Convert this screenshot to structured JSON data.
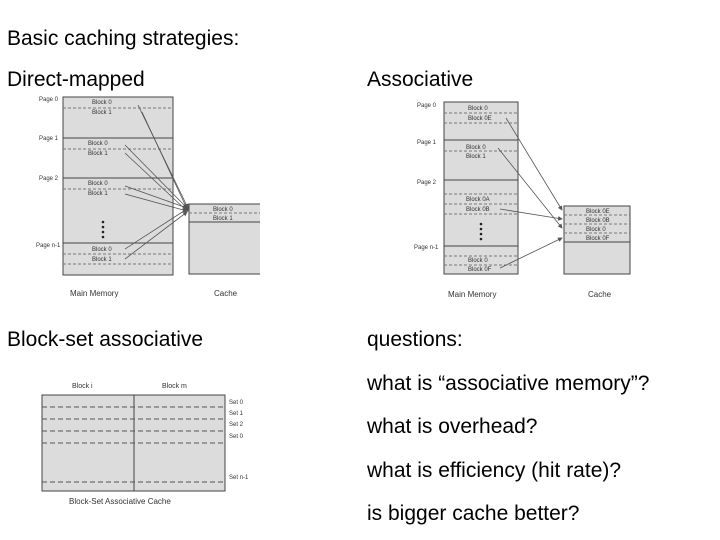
{
  "slide": {
    "title": "Basic caching strategies:",
    "direct_label": "Direct-mapped",
    "assoc_label": "Associative",
    "blockset_label": "Block-set associative",
    "questions_label": "questions:",
    "questions": [
      "what is “associative memory”?",
      "what is overhead?",
      "what is efficiency (hit rate)?",
      "is bigger cache better?"
    ]
  },
  "direct_fig": {
    "page0": "Page 0",
    "page1": "Page 1",
    "page2": "Page 2",
    "pagen": "Page n-1",
    "blk0a": "Block 0",
    "blk1a": "Block 1",
    "blk0b": "Block 0",
    "blk1b": "Block 1",
    "blk0c": "Block 0",
    "blk1c": "Block 1",
    "blk0d": "Block 0",
    "blk1d": "Block 1",
    "c0": "Block 0",
    "c1": "Block 1",
    "mem_caption": "Main Memory",
    "cache_caption": "Cache"
  },
  "assoc_fig": {
    "page0": "Page 0",
    "page1": "Page 1",
    "page2": "Page 2",
    "pagen": "Page n-1",
    "m0": "Block 0",
    "m1": "Block 0E",
    "m2": "Block 0",
    "m3": "Block 1",
    "m4": "Block 0A",
    "m5": "Block 0B",
    "m6": "Block 0",
    "m7": "Block 0F",
    "c0": "Block 0E",
    "c1": "Block 0B",
    "c2": "Block 0",
    "c3": "Block 0F",
    "mem_caption": "Main Memory",
    "cache_caption": "Cache"
  },
  "blockset_fig": {
    "col_a": "Block i",
    "col_b": "Block m",
    "s0": "Set 0",
    "s1": "Set 1",
    "s2": "Set 2",
    "s3": "Set 0",
    "sn": "Set n-1",
    "caption": "Block-Set Associative Cache"
  }
}
